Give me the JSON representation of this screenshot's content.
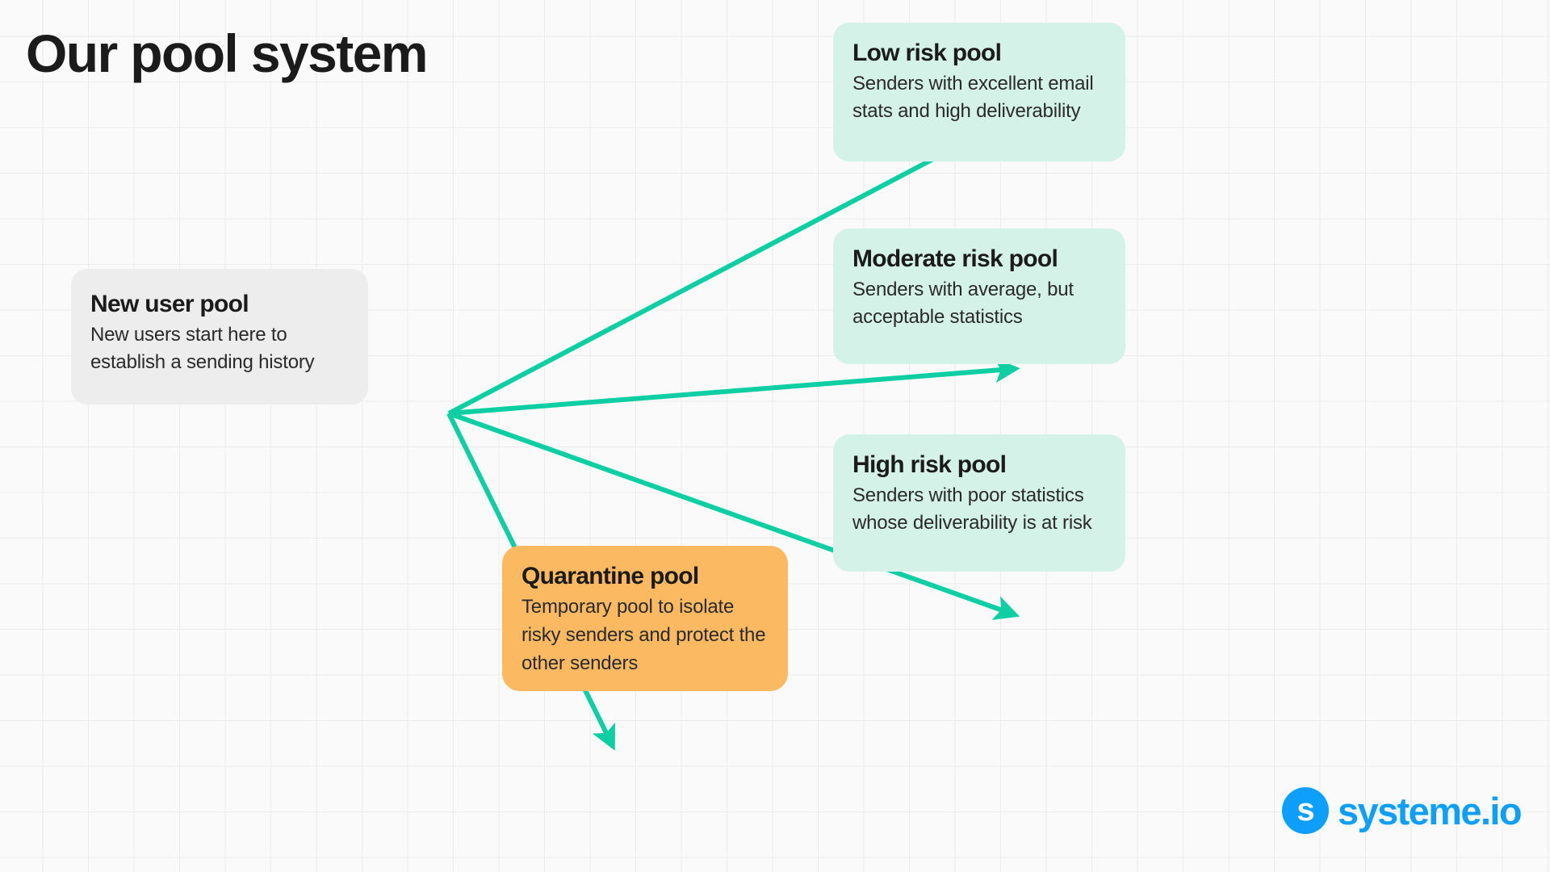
{
  "page": {
    "title": "Our pool system",
    "background_color": "#fafafa",
    "grid_line_color": "#ececec"
  },
  "colors": {
    "arrow": "#0ecfa3",
    "green_card": "#d5f2e9",
    "gray_card": "#ededed",
    "orange_card": "#fbba62",
    "brand_blue": "#0d9ffb",
    "text_dark": "#1b1b1b"
  },
  "source_node": {
    "name": "new-user-pool",
    "title": "New user pool",
    "description": "New users start here to establish a sending history",
    "color": "#ededed"
  },
  "target_nodes": [
    {
      "name": "low-risk-pool",
      "title": "Low risk pool",
      "description": "Senders with excellent email stats and high deliverability",
      "color": "#d5f2e9"
    },
    {
      "name": "moderate-risk-pool",
      "title": "Moderate risk pool",
      "description": "Senders with average, but acceptable statistics",
      "color": "#d5f2e9"
    },
    {
      "name": "high-risk-pool",
      "title": "High risk pool",
      "description": "Senders with poor statistics whose deliverability is at risk",
      "color": "#d5f2e9"
    },
    {
      "name": "quarantine-pool",
      "title": "Quarantine pool",
      "description": "Temporary pool to isolate risky senders and protect the other senders",
      "color": "#fbba62"
    }
  ],
  "connections": [
    {
      "from": "new-user-pool",
      "to": "low-risk-pool"
    },
    {
      "from": "new-user-pool",
      "to": "moderate-risk-pool"
    },
    {
      "from": "new-user-pool",
      "to": "high-risk-pool"
    },
    {
      "from": "new-user-pool",
      "to": "quarantine-pool"
    }
  ],
  "logo": {
    "mark_letter": "s",
    "wordmark": "systeme.io",
    "color": "#0d9ffb"
  }
}
